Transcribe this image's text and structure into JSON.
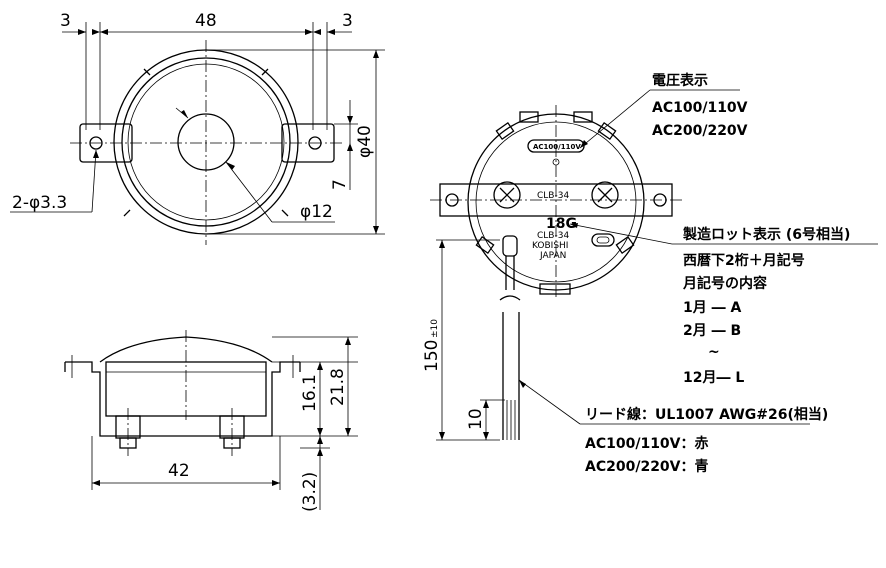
{
  "top_view": {
    "dim_left_margin": "3",
    "dim_width": "48",
    "dim_right_margin": "3",
    "dim_diameter": "φ40",
    "dim_offset": "7",
    "dim_hole": "2-φ3.3",
    "dim_center": "φ12"
  },
  "side_view": {
    "dim_body_height": "16.1",
    "dim_total_height": "21.8",
    "dim_width": "42",
    "dim_lead_clearance": "(3.2)"
  },
  "rear_view": {
    "dim_lead_length": "150",
    "dim_lead_tolerance": "±10",
    "dim_lead_strip": "10",
    "voltage_stamp": "AC100/110V",
    "model_top": "CLB-34",
    "lot_code": "18G",
    "model_bottom": "CLB-34",
    "maker": "KOBISHI",
    "country": "JAPAN"
  },
  "notes": {
    "voltage_title": "電圧表示",
    "voltage_line1": "AC100/110V",
    "voltage_line2": "AC200/220V",
    "lot_title": "製造ロット表示 (6号相当)",
    "lot_line1": "西暦下2桁＋月記号",
    "lot_line2": "月記号の内容",
    "month1": "1月 ― A",
    "month2": "2月 ― B",
    "month_tilde": "~",
    "month12": "12月― L",
    "lead_title": "リード線：UL1007 AWG#26(相当)",
    "lead_line1": "AC100/110V：赤",
    "lead_line2": "AC200/220V：青"
  }
}
